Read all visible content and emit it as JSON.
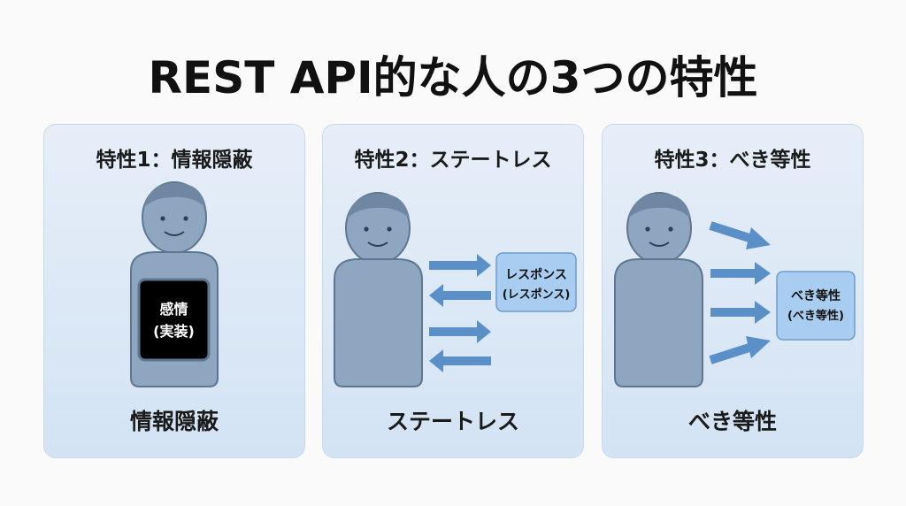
{
  "title": "REST API的な人の3つの特性",
  "panels": [
    {
      "heading": "特性1：情報隠蔽",
      "box_line1": "感情",
      "box_line2": "(実装)",
      "caption": "情報隠蔽",
      "icon": "person-icon"
    },
    {
      "heading": "特性2：ステートレス",
      "box_line1": "レスポンス",
      "box_line2": "(レスポンス)",
      "caption": "ステートレス",
      "icon": "person-icon"
    },
    {
      "heading": "特性3：べき等性",
      "box_line1": "べき等性",
      "box_line2": "(べき等性)",
      "caption": "べき等性",
      "icon": "person-icon"
    }
  ],
  "colors": {
    "panel": "#dbe7f5",
    "person": "#8ea6c0",
    "person_stroke": "#5f7690",
    "arrow": "#5a8fc8",
    "box": "#a9cdf0",
    "hidden_box": "#000000"
  }
}
